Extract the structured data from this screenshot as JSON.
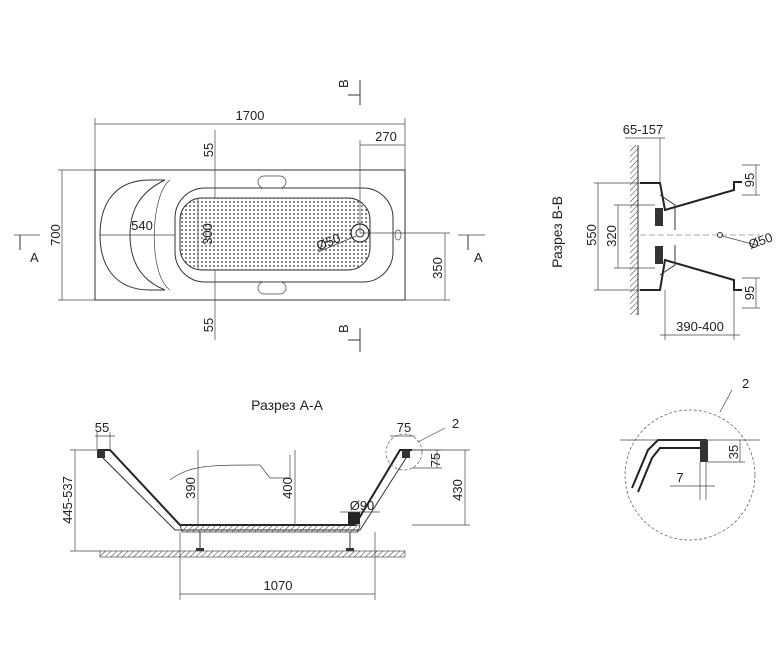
{
  "plan": {
    "length": "1700",
    "width": "700",
    "drain_offset": "270",
    "edge_top": "55",
    "edge_bottom": "55",
    "mat_width": "300",
    "seat_length": "540",
    "drain_diameter": "Ø50",
    "drain_center": "350",
    "section_a": "A",
    "section_b": "B"
  },
  "section_bb": {
    "title": "Разрез В-В",
    "overflow_range": "65-157",
    "height_outer": "550",
    "height_inner": "320",
    "top_edge": "95",
    "bottom_edge": "95",
    "overflow_diameter": "Ø50",
    "depth_range": "390-400"
  },
  "section_aa": {
    "title": "Разрез А-А",
    "rim_left": "55",
    "rim_right": "75",
    "rim_height": "75",
    "total_height": "445-537",
    "inner_depth_1": "390",
    "inner_depth_2": "400",
    "outer_height": "430",
    "drain_diameter": "Ø90",
    "bottom_length": "1070",
    "callout": "2"
  },
  "detail": {
    "callout": "2",
    "rim_height": "35",
    "rim_offset": "7"
  }
}
